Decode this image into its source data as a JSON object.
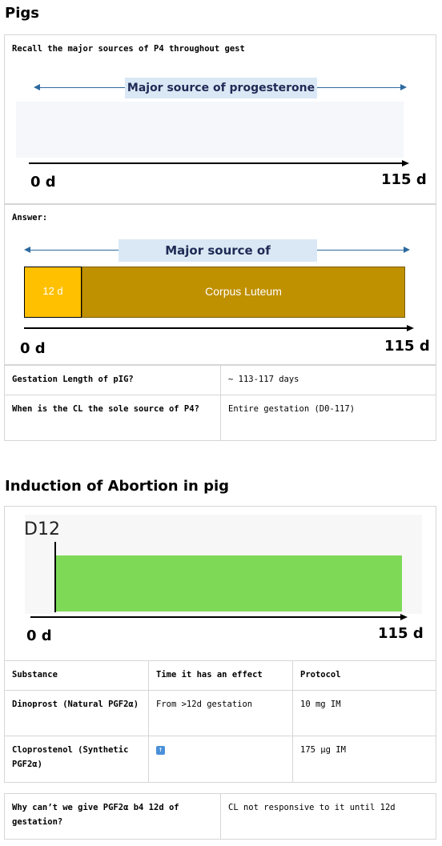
{
  "section1": {
    "title": "Pigs",
    "prompt": "Recall the major sources of P4 throughout gest",
    "banner": "Major source of progesterone",
    "axis_start": "0 d",
    "axis_end": "115 d",
    "answer_label": "Answer:",
    "answer_banner": "Major source of progesterone",
    "segment_early": "12 d",
    "segment_main": "Corpus Luteum",
    "answer_axis_start": "0 d",
    "answer_axis_end": "115 d",
    "colors": {
      "early": "#ffc000",
      "main": "#bf9000",
      "banner_bg": "#dae8f5"
    },
    "rows": [
      {
        "q": "Gestation Length of pIG?",
        "a": "~ 113-117 days"
      },
      {
        "q": "When is the CL the sole source of P4?",
        "a": "Entire gestation (D0-117)"
      }
    ]
  },
  "section2": {
    "title": "Induction of Abortion in pig",
    "marker": "D12",
    "axis_start": "0 d",
    "axis_end": "115 d",
    "bar_color": "#7ed957",
    "table": {
      "headers": [
        "Substance",
        "Time it has an effect",
        "Protocol"
      ],
      "rows": [
        {
          "substance": "Dinoprost (Natural PGF2α)",
          "time": "From >12d gestation",
          "protocol": "10 mg IM"
        },
        {
          "substance": "Cloprostenol (Synthetic PGF2α)",
          "time_icon": "up-arrow-icon",
          "protocol": "175 µg IM"
        }
      ]
    },
    "qa": {
      "q": "Why can’t we give PGF2α b4 12d of gestation?",
      "a": "CL not responsive to it until 12d"
    }
  }
}
